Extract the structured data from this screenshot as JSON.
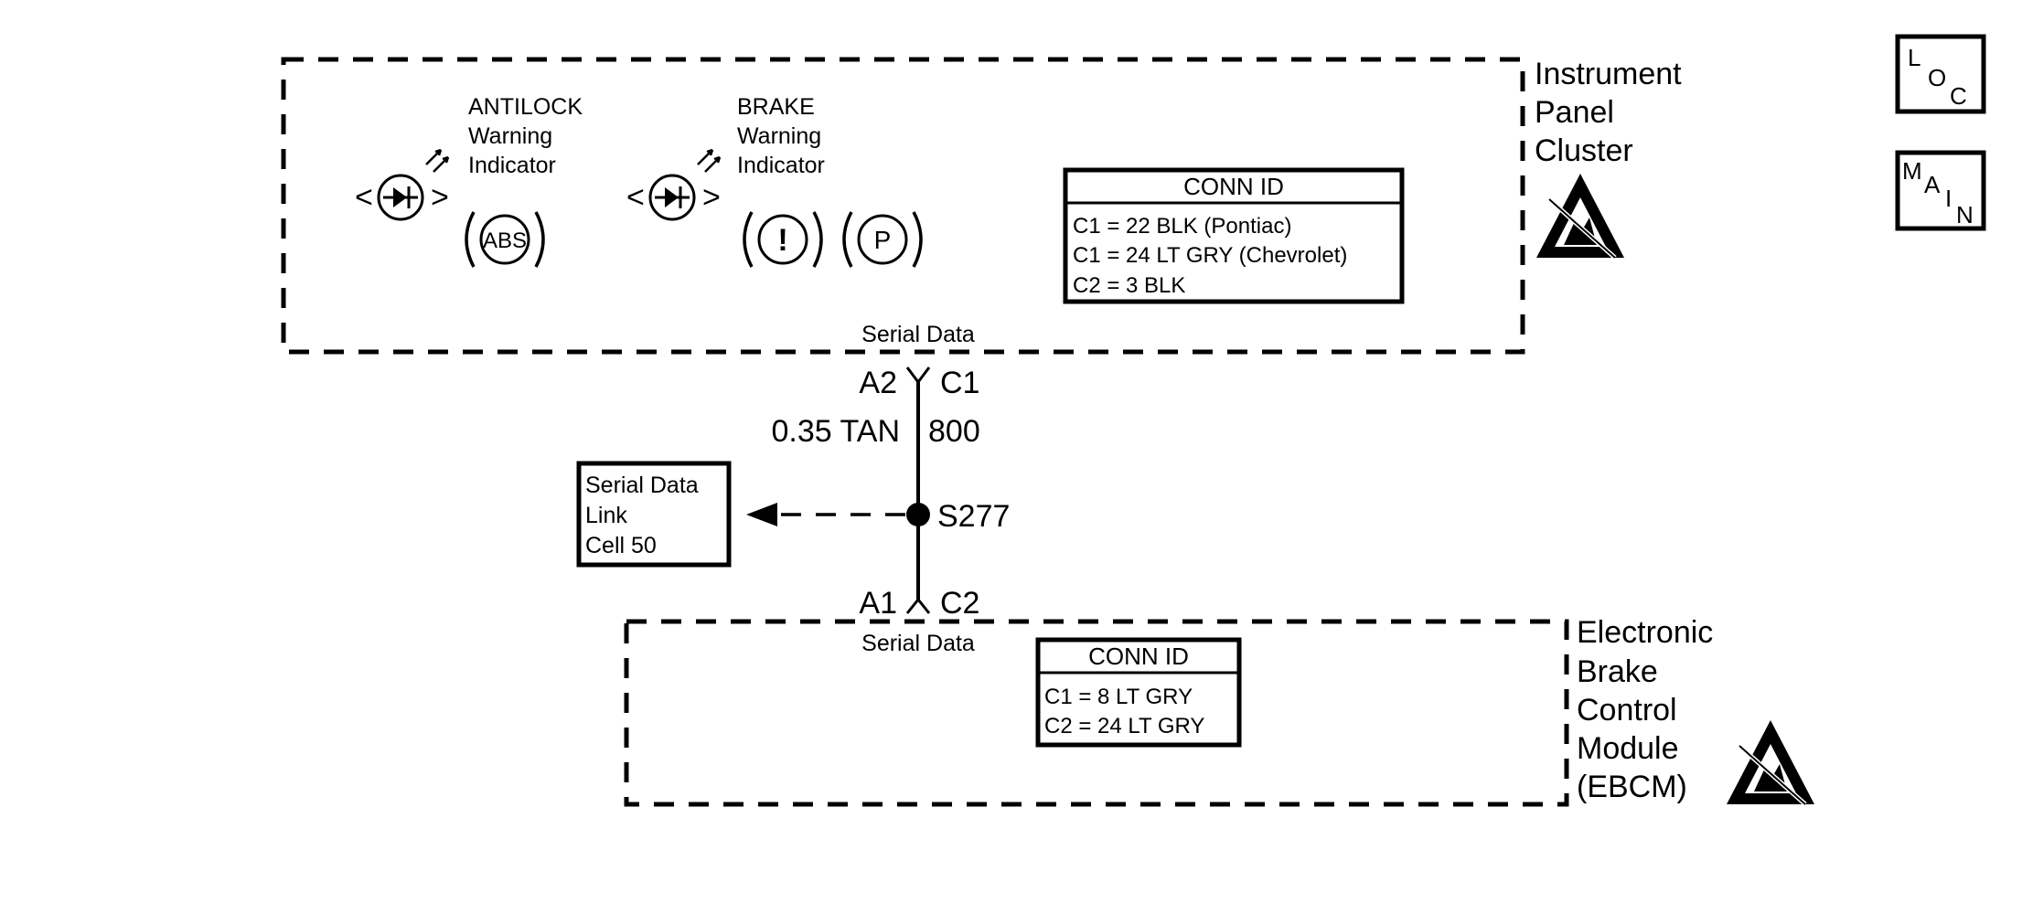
{
  "instrument_panel_cluster": {
    "title_lines": [
      "Instrument",
      "Panel",
      "Cluster"
    ],
    "antilock": {
      "lines": [
        "ANTILOCK",
        "Warning",
        "Indicator"
      ],
      "symbol": "ABS"
    },
    "brake": {
      "lines": [
        "BRAKE",
        "Warning",
        "Indicator"
      ],
      "symbol_1": "!",
      "symbol_2": "P"
    },
    "conn_id": {
      "title": "CONN ID",
      "lines": [
        "C1 = 22 BLK (Pontiac)",
        "C1 = 24 LT GRY (Chevrolet)",
        "C2 = 3 BLK"
      ]
    },
    "terminal_label": "Serial Data",
    "pin": "A2",
    "connector": "C1"
  },
  "wire": {
    "gauge_color": "0.35 TAN",
    "circuit": "800",
    "splice": "S277"
  },
  "serial_data_link": {
    "lines": [
      "Serial Data",
      "Link",
      "Cell 50"
    ]
  },
  "ebcm": {
    "title_lines": [
      "Electronic",
      "Brake",
      "Control",
      "Module",
      "(EBCM)"
    ],
    "conn_id": {
      "title": "CONN ID",
      "lines": [
        "C1 = 8 LT GRY",
        "C2 = 24 LT GRY"
      ]
    },
    "terminal_label": "Serial Data",
    "pin": "A1",
    "connector": "C2"
  },
  "nav": {
    "loc": [
      "L",
      "O",
      "C"
    ],
    "main": [
      "M",
      "A",
      "I",
      "N"
    ]
  }
}
